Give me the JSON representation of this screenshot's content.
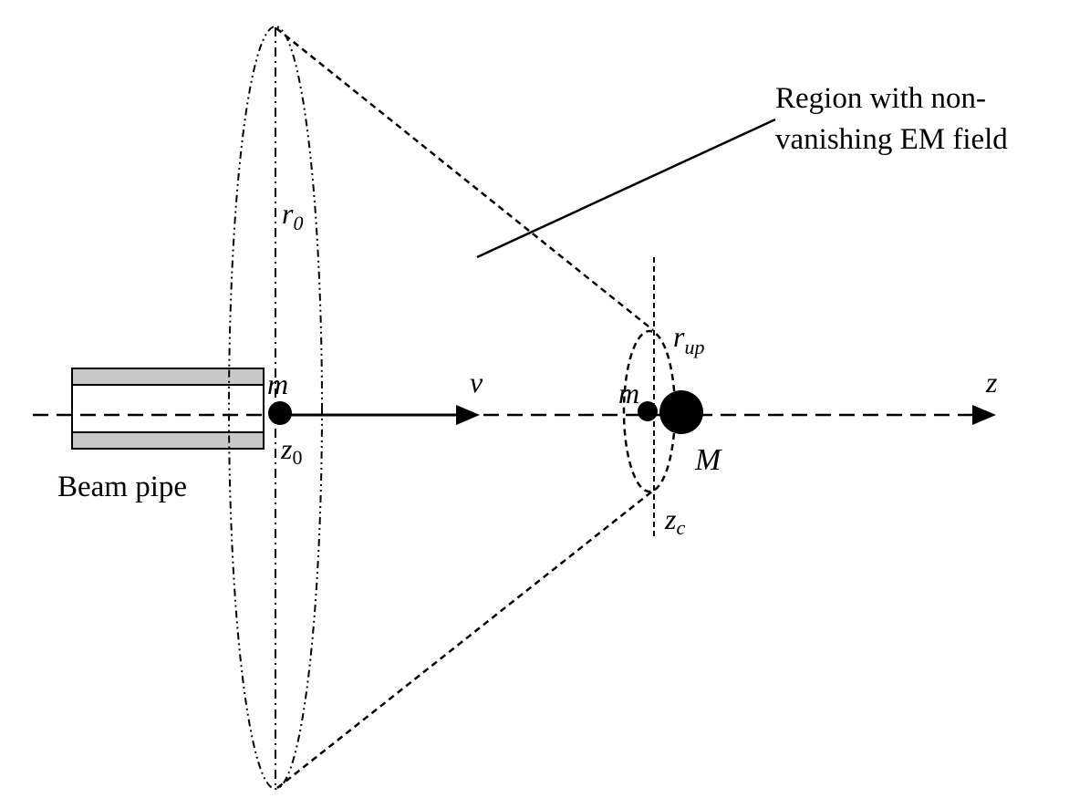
{
  "labels": {
    "region_line1": "Region with non-",
    "region_line2": "vanishing EM field",
    "r0": "r",
    "r0_sub": "0",
    "rup": "r",
    "rup_sub": "up",
    "m_left": "m",
    "v": "v",
    "m_right": "m",
    "z_axis": "z",
    "z0": "z",
    "z0_sub": "0",
    "M": "M",
    "zc": "z",
    "zc_sub": "c",
    "beam_pipe": "Beam pipe"
  },
  "colors": {
    "ink": "#000000",
    "pipe_fill": "#c8c8c8"
  }
}
